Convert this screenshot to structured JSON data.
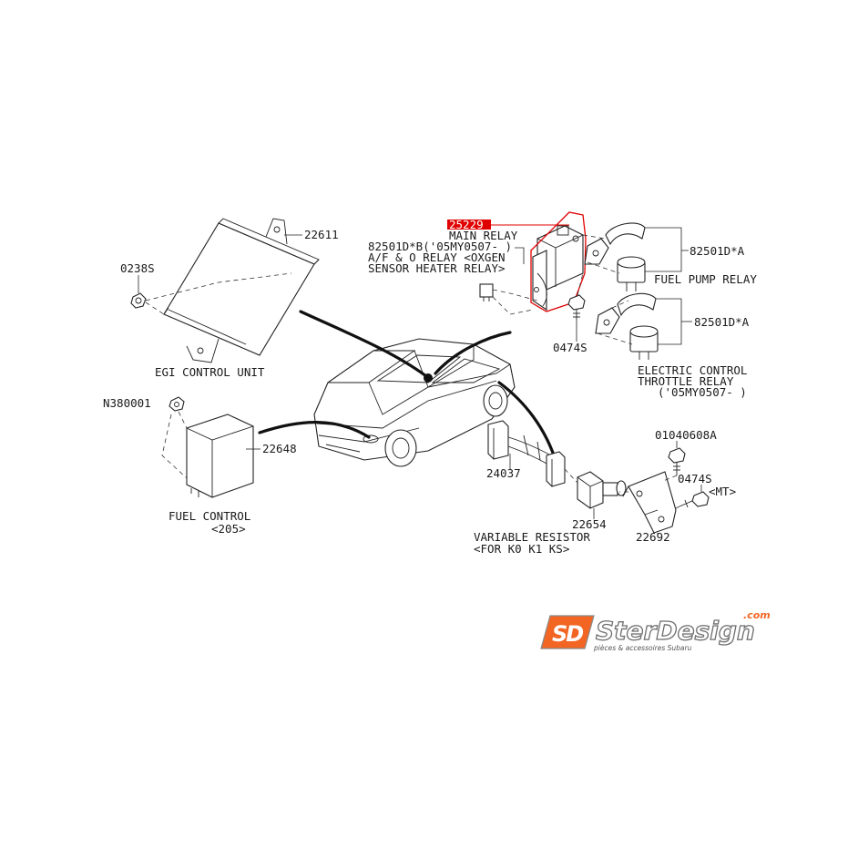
{
  "highlight_color": "#e00000",
  "logo_orange": "#f26522",
  "parts": {
    "egi_unit": {
      "number": "22611",
      "name": "EGI CONTROL UNIT"
    },
    "bolt_egi": {
      "number": "0238S"
    },
    "nut": {
      "number": "N380001"
    },
    "fuel_control": {
      "number": "22648",
      "name": "FUEL CONTROL",
      "note": "<205>"
    },
    "main_relay": {
      "number": "25229",
      "name": "MAIN RELAY"
    },
    "af_relay": {
      "number": "82501D*B('05MY0507-  )",
      "line2": "A/F & O  RELAY <OXGEN",
      "line3": "SENSOR HEATER RELAY>"
    },
    "fuel_pump_relay": {
      "number": "82501D*A",
      "name": "FUEL PUMP RELAY"
    },
    "throttle_relay": {
      "number": "82501D*A",
      "line1": "ELECTRIC CONTROL",
      "line2": "THROTTLE RELAY",
      "line3": "('05MY0507-  )"
    },
    "bolt_relay": {
      "number": "0474S"
    },
    "resistor_harness": {
      "number": "24037"
    },
    "variable_resistor": {
      "number": "22654",
      "line1": "VARIABLE RESISTOR",
      "line2": "<FOR K0 K1 KS>"
    },
    "bolt_bracket": {
      "number": "01040608A"
    },
    "bolt_mt": {
      "number": "0474S",
      "note": "<MT>"
    },
    "bracket": {
      "number": "22692"
    }
  },
  "logo": {
    "mark": "SD",
    "name": "SterDesign",
    "tld": ".com",
    "tagline": "pièces & accessoires Subaru"
  }
}
